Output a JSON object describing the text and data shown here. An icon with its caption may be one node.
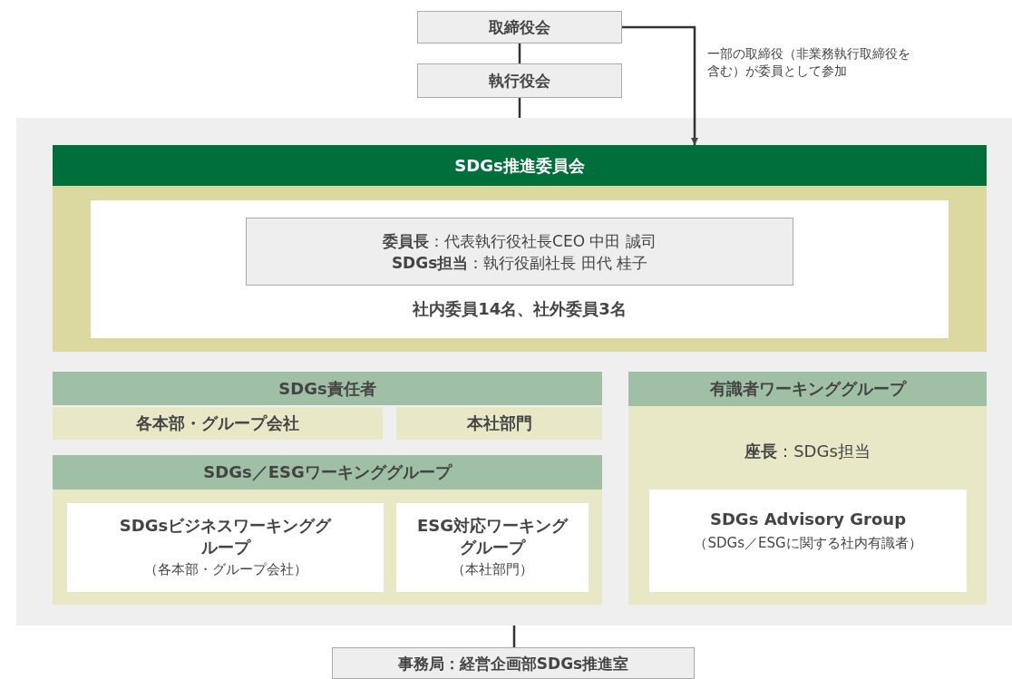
{
  "diagram": {
    "nodes": [
      {
        "text": [
          "取締役会"
        ]
      },
      {
        "text": [
          "執行役会"
        ]
      },
      {
        "text": [],
        "shape": "box"
      },
      {
        "text": [
          "SDGs推進委員会"
        ],
        "in": 2
      },
      {
        "text": [
          "社内委員14名、社外委員3名"
        ],
        "in": 3
      },
      {
        "text": [
          "**委員長**：代表執行役社長CEO 中田 誠司",
          "**SDGs担当**：執行役副社長 田代 桂子"
        ],
        "in": 4
      },
      {
        "text": [
          "SDGs責任者"
        ],
        "in": 2
      },
      {
        "text": [
          "各本部・グループ会社"
        ],
        "in": 6
      },
      {
        "text": [
          "本社部門"
        ],
        "in": 6
      },
      {
        "text": [
          "SDGs／ESGワーキンググループ"
        ],
        "in": 2
      },
      {
        "text": [
          "SDGsビジネスワーキンググループ",
          "（各本部・グループ会社）"
        ],
        "in": 9
      },
      {
        "text": [
          "ESG対応ワーキンググループ",
          "（本社部門）"
        ],
        "in": 9
      },
      {
        "text": [
          "有識者ワーキンググループ",
          "**座長**：SDGs担当"
        ],
        "in": 2
      },
      {
        "text": [
          "SDGs Advisory Group",
          "（SDGs／ESGに関する社内有識者）"
        ],
        "in": 12
      },
      {
        "text": [
          "**事務局**：経営企画部SDGs推進室"
        ]
      }
    ],
    "edges": [
      {
        "from": 0,
        "to": 1,
        "arrow": "none"
      },
      {
        "from": 1,
        "to": 2,
        "arrow": "none"
      },
      {
        "from": 0,
        "to": 3,
        "arrow": "to",
        "label": "一部の取締役（非業務執行取締役を含む）が委員として参加"
      },
      {
        "from": 2,
        "to": 14,
        "arrow": "none"
      }
    ]
  }
}
